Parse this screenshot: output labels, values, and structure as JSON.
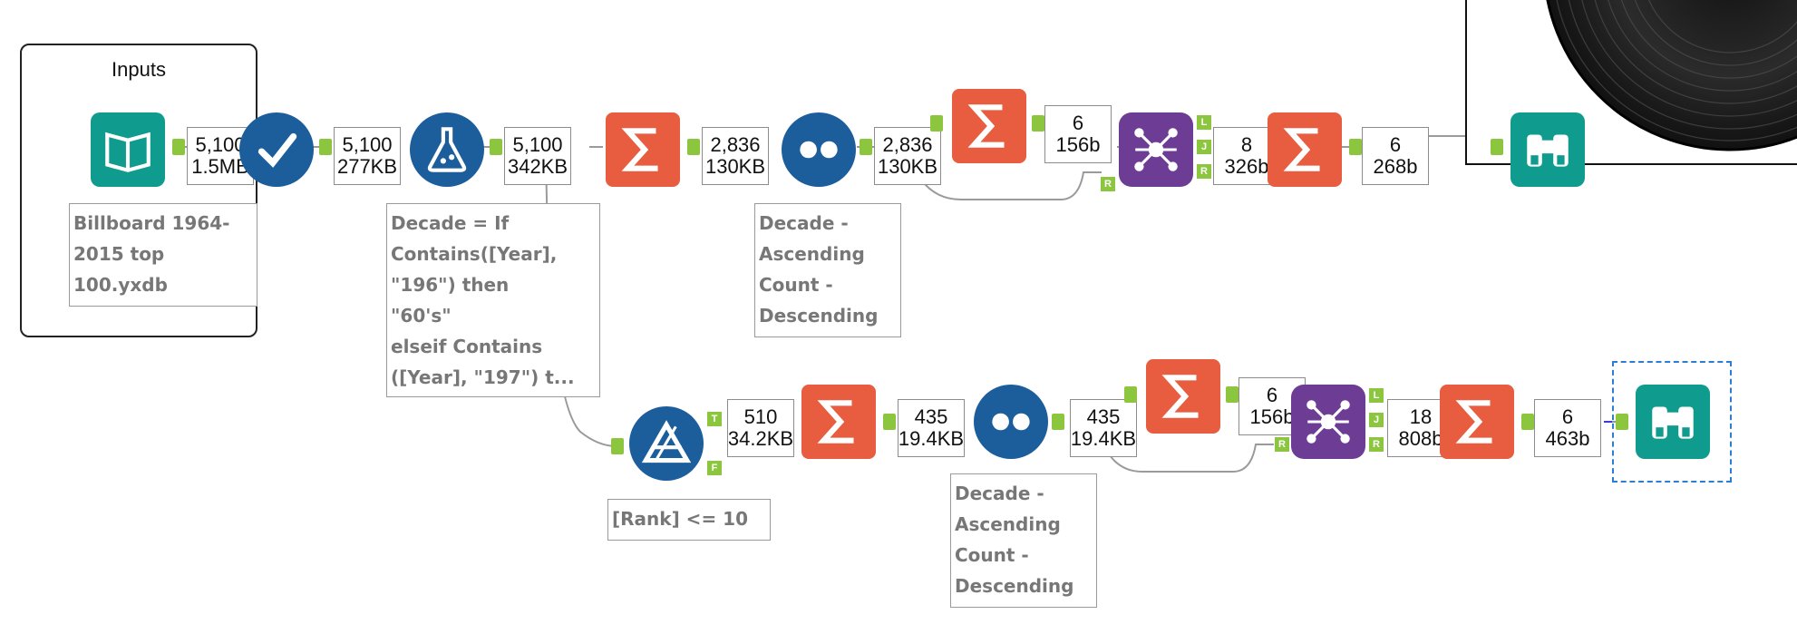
{
  "containers": {
    "inputs_title": "Inputs"
  },
  "tools": {
    "input": "Input Data",
    "select": "Select",
    "formula": "Formula",
    "summarize_1": "Summarize",
    "sort_1": "Sort",
    "summarize_2": "Summarize",
    "join_1": "Join",
    "summarize_3": "Summarize",
    "browse_1": "Browse",
    "filter": "Filter",
    "summarize_4": "Summarize",
    "sort_2": "Sort",
    "summarize_5": "Summarize",
    "join_2": "Join",
    "summarize_6": "Summarize",
    "browse_2": "Browse"
  },
  "counts": {
    "c1": {
      "records": "5,100",
      "size": "1.5MB"
    },
    "c2": {
      "records": "5,100",
      "size": "277KB"
    },
    "c3": {
      "records": "5,100",
      "size": "342KB"
    },
    "c4": {
      "records": "2,836",
      "size": "130KB"
    },
    "c5": {
      "records": "2,836",
      "size": "130KB"
    },
    "c6": {
      "records": "6",
      "size": "156b"
    },
    "c7": {
      "records": "8",
      "size": "326b"
    },
    "c8": {
      "records": "6",
      "size": "268b"
    },
    "c9": {
      "records": "510",
      "size": "34.2KB"
    },
    "c10": {
      "records": "435",
      "size": "19.4KB"
    },
    "c11": {
      "records": "435",
      "size": "19.4KB"
    },
    "c12": {
      "records": "6",
      "size": "156b"
    },
    "c13": {
      "records": "18",
      "size": "808b"
    },
    "c14": {
      "records": "6",
      "size": "463b"
    }
  },
  "annotations": {
    "input_file": "Billboard 1964-\n2015 top\n100.yxdb",
    "formula_expr": "Decade = If\nContains([Year],\n\"196\") then\n\"60's\"\nelseif Contains\n([Year], \"197\") t...",
    "sort_1_desc": "Decade -\nAscending\nCount -\nDescending",
    "filter_expr": "[Rank] <= 10",
    "sort_2_desc": "Decade -\nAscending\nCount -\nDescending"
  },
  "anchor_labels": {
    "true": "T",
    "false": "F",
    "left": "L",
    "join": "J",
    "right": "R"
  },
  "colors": {
    "teal": "#0f9b8e",
    "orange": "#e85c3f",
    "blue": "#1c5d9c",
    "purple": "#6d3d95",
    "anchor_green": "#8cc63f",
    "connector": "#9a9a9a",
    "selection": "#2a7fd4"
  },
  "icons": {
    "input": "open-book-icon",
    "select": "checkmark-icon",
    "formula": "flask-icon",
    "summarize": "sigma-icon",
    "sort": "dots-icon",
    "join": "network-nodes-icon",
    "browse": "binoculars-icon",
    "filter": "triangle-filter-icon"
  }
}
